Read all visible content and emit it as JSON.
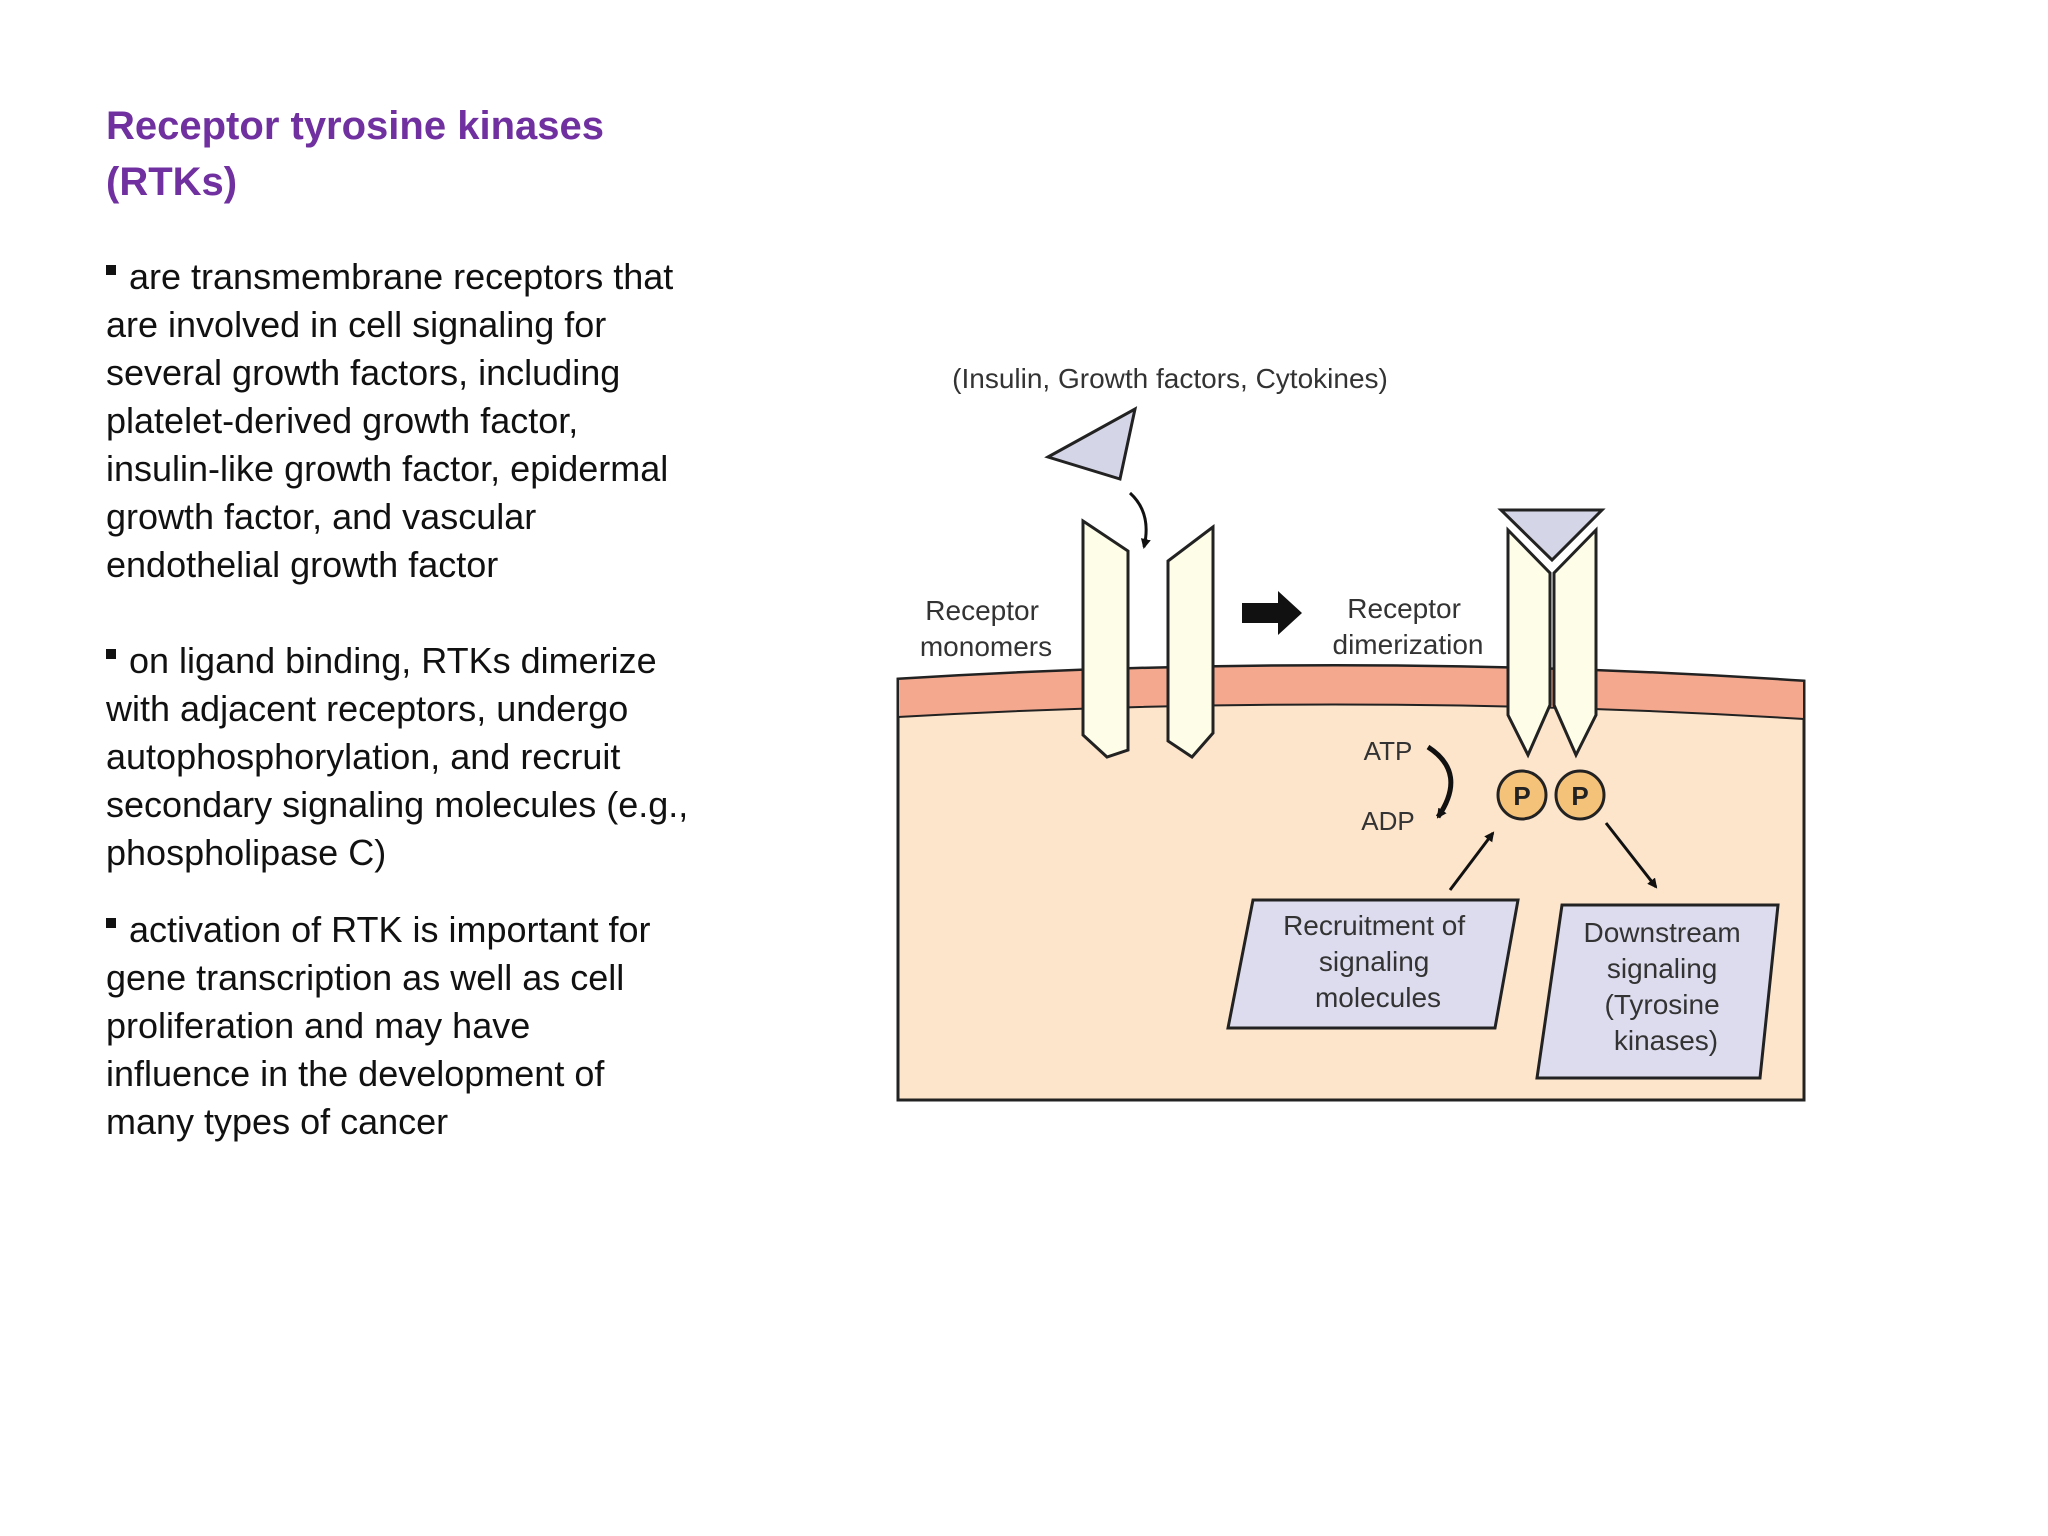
{
  "title": {
    "lines": [
      "Receptor tyrosine kinases",
      "(RTKs)"
    ]
  },
  "bullets": [
    {
      "lines": [
        "are transmembrane receptors that",
        "are involved in cell signaling for",
        "several growth factors, including",
        "platelet-derived growth factor,",
        "insulin-like growth factor, epidermal",
        "growth factor, and vascular",
        "endothelial growth factor"
      ]
    },
    {
      "lines": [
        "on ligand binding, RTKs dimerize",
        "with adjacent receptors, undergo",
        "autophosphorylation, and recruit",
        "secondary signaling molecules (e.g.,",
        "phospholipase C)"
      ]
    },
    {
      "lines": [
        "activation of RTK is important for",
        "gene transcription as well as cell",
        "proliferation and may have",
        "influence in the development of",
        "many types of cancer"
      ]
    }
  ],
  "diagram": {
    "ligand_label": "(Insulin, Growth factors, Cytokines)",
    "monomers_label": [
      "Receptor",
      "monomers"
    ],
    "dimerization_label": [
      "Receptor",
      "dimerization"
    ],
    "atp_label": "ATP",
    "adp_label": "ADP",
    "phosphate_label": "P",
    "recruitment_box": [
      "Recruitment of",
      "signaling",
      "molecules"
    ],
    "downstream_box": [
      "Downstream",
      "signaling",
      "(Tyrosine",
      "kinases)"
    ],
    "colors": {
      "title": "#7030a0",
      "membrane": "#f4a98f",
      "cytoplasm": "#fde5cc",
      "receptor_fill": "#fdfde8",
      "ligand_fill": "#d5d5e8",
      "box_fill": "#dcdcee",
      "phosphate_fill": "#f5c27a"
    }
  }
}
